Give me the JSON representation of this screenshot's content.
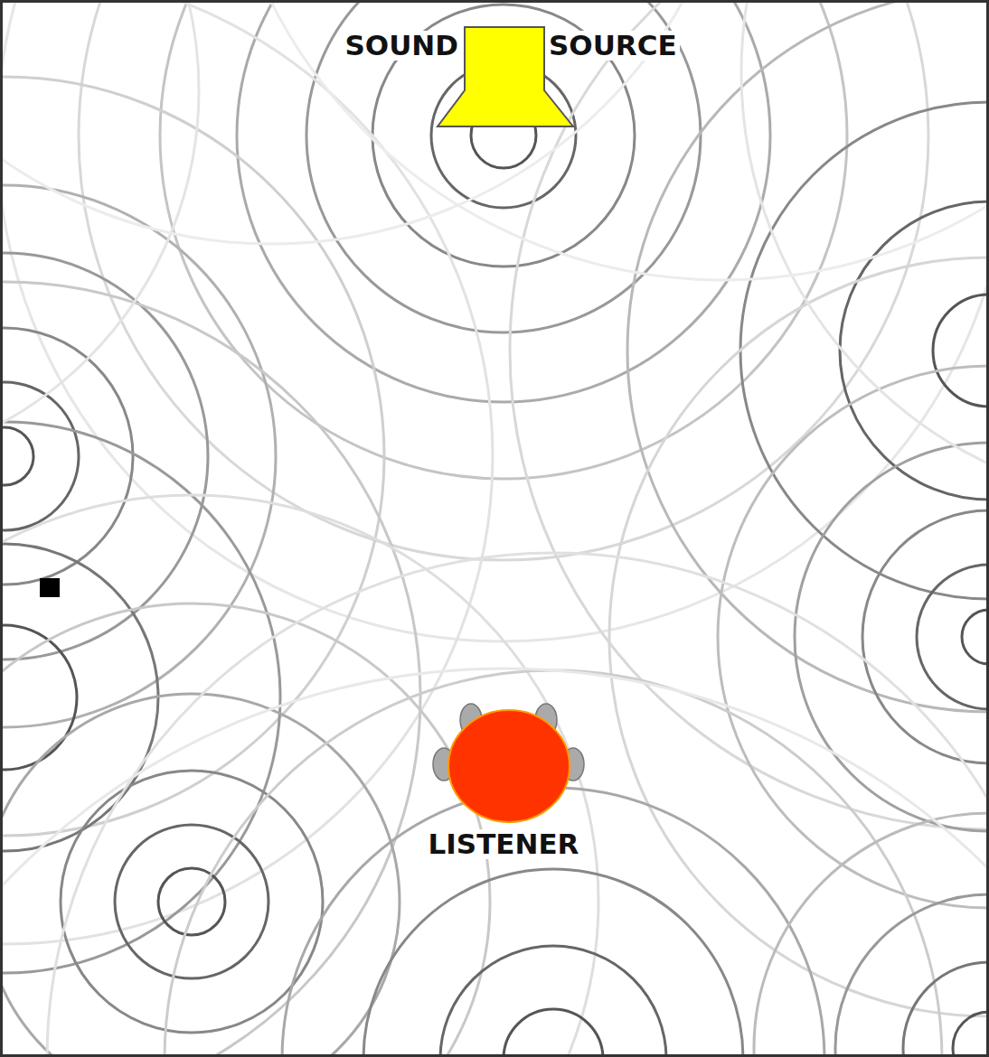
{
  "diagram": {
    "nodes": [
      {
        "text": [
          "SOUND",
          "SOURCE"
        ]
      },
      {
        "text": [
          "LISTENER"
        ]
      }
    ]
  }
}
